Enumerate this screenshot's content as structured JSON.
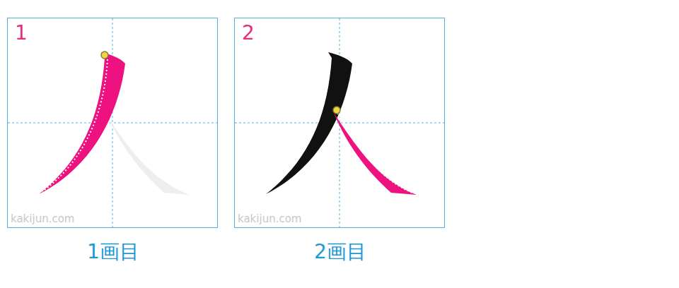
{
  "diagram": {
    "nodes": [
      {
        "text": [
          "1",
          "kakijun.com",
          "1画目"
        ]
      },
      {
        "text": [
          "2",
          "kakijun.com",
          "2画目"
        ]
      }
    ]
  }
}
